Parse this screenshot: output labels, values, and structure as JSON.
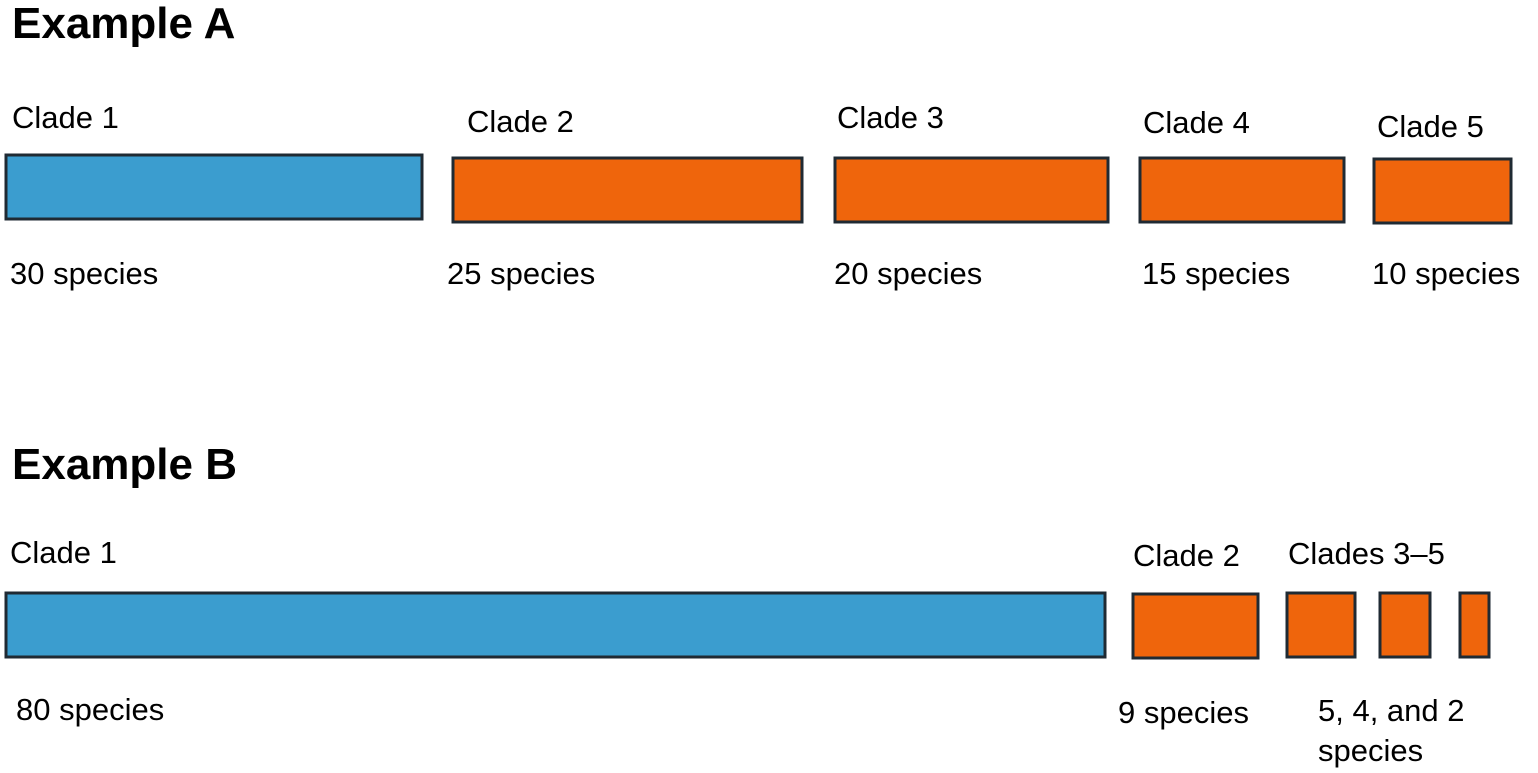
{
  "colors": {
    "largest_clade": "#3b9dcf",
    "other_clade": "#ef650c",
    "outline": "#1f2a33",
    "text": "#000000"
  },
  "example_a": {
    "title": "Example A",
    "clades": [
      {
        "name": "Clade 1",
        "species": 30,
        "count_label": "30 species"
      },
      {
        "name": "Clade 2",
        "species": 25,
        "count_label": "25 species"
      },
      {
        "name": "Clade 3",
        "species": 20,
        "count_label": "20 species"
      },
      {
        "name": "Clade 4",
        "species": 15,
        "count_label": "15 species"
      },
      {
        "name": "Clade 5",
        "species": 10,
        "count_label": "10 species"
      }
    ]
  },
  "example_b": {
    "title": "Example B",
    "clades": [
      {
        "name": "Clade 1",
        "species": 80
      },
      {
        "name": "Clade 2",
        "species": 9
      },
      {
        "species": 5
      },
      {
        "species": 4
      },
      {
        "species": 2
      }
    ],
    "labels": {
      "clade_1_name": "Clade 1",
      "clade_1_count": "80 species",
      "clade_2_name": "Clade 2",
      "clade_2_count": "9 species",
      "clades_3_5_name": "Clades 3–5",
      "clades_3_5_count_line1": "5, 4, and 2",
      "clades_3_5_count_line2": "species"
    }
  }
}
